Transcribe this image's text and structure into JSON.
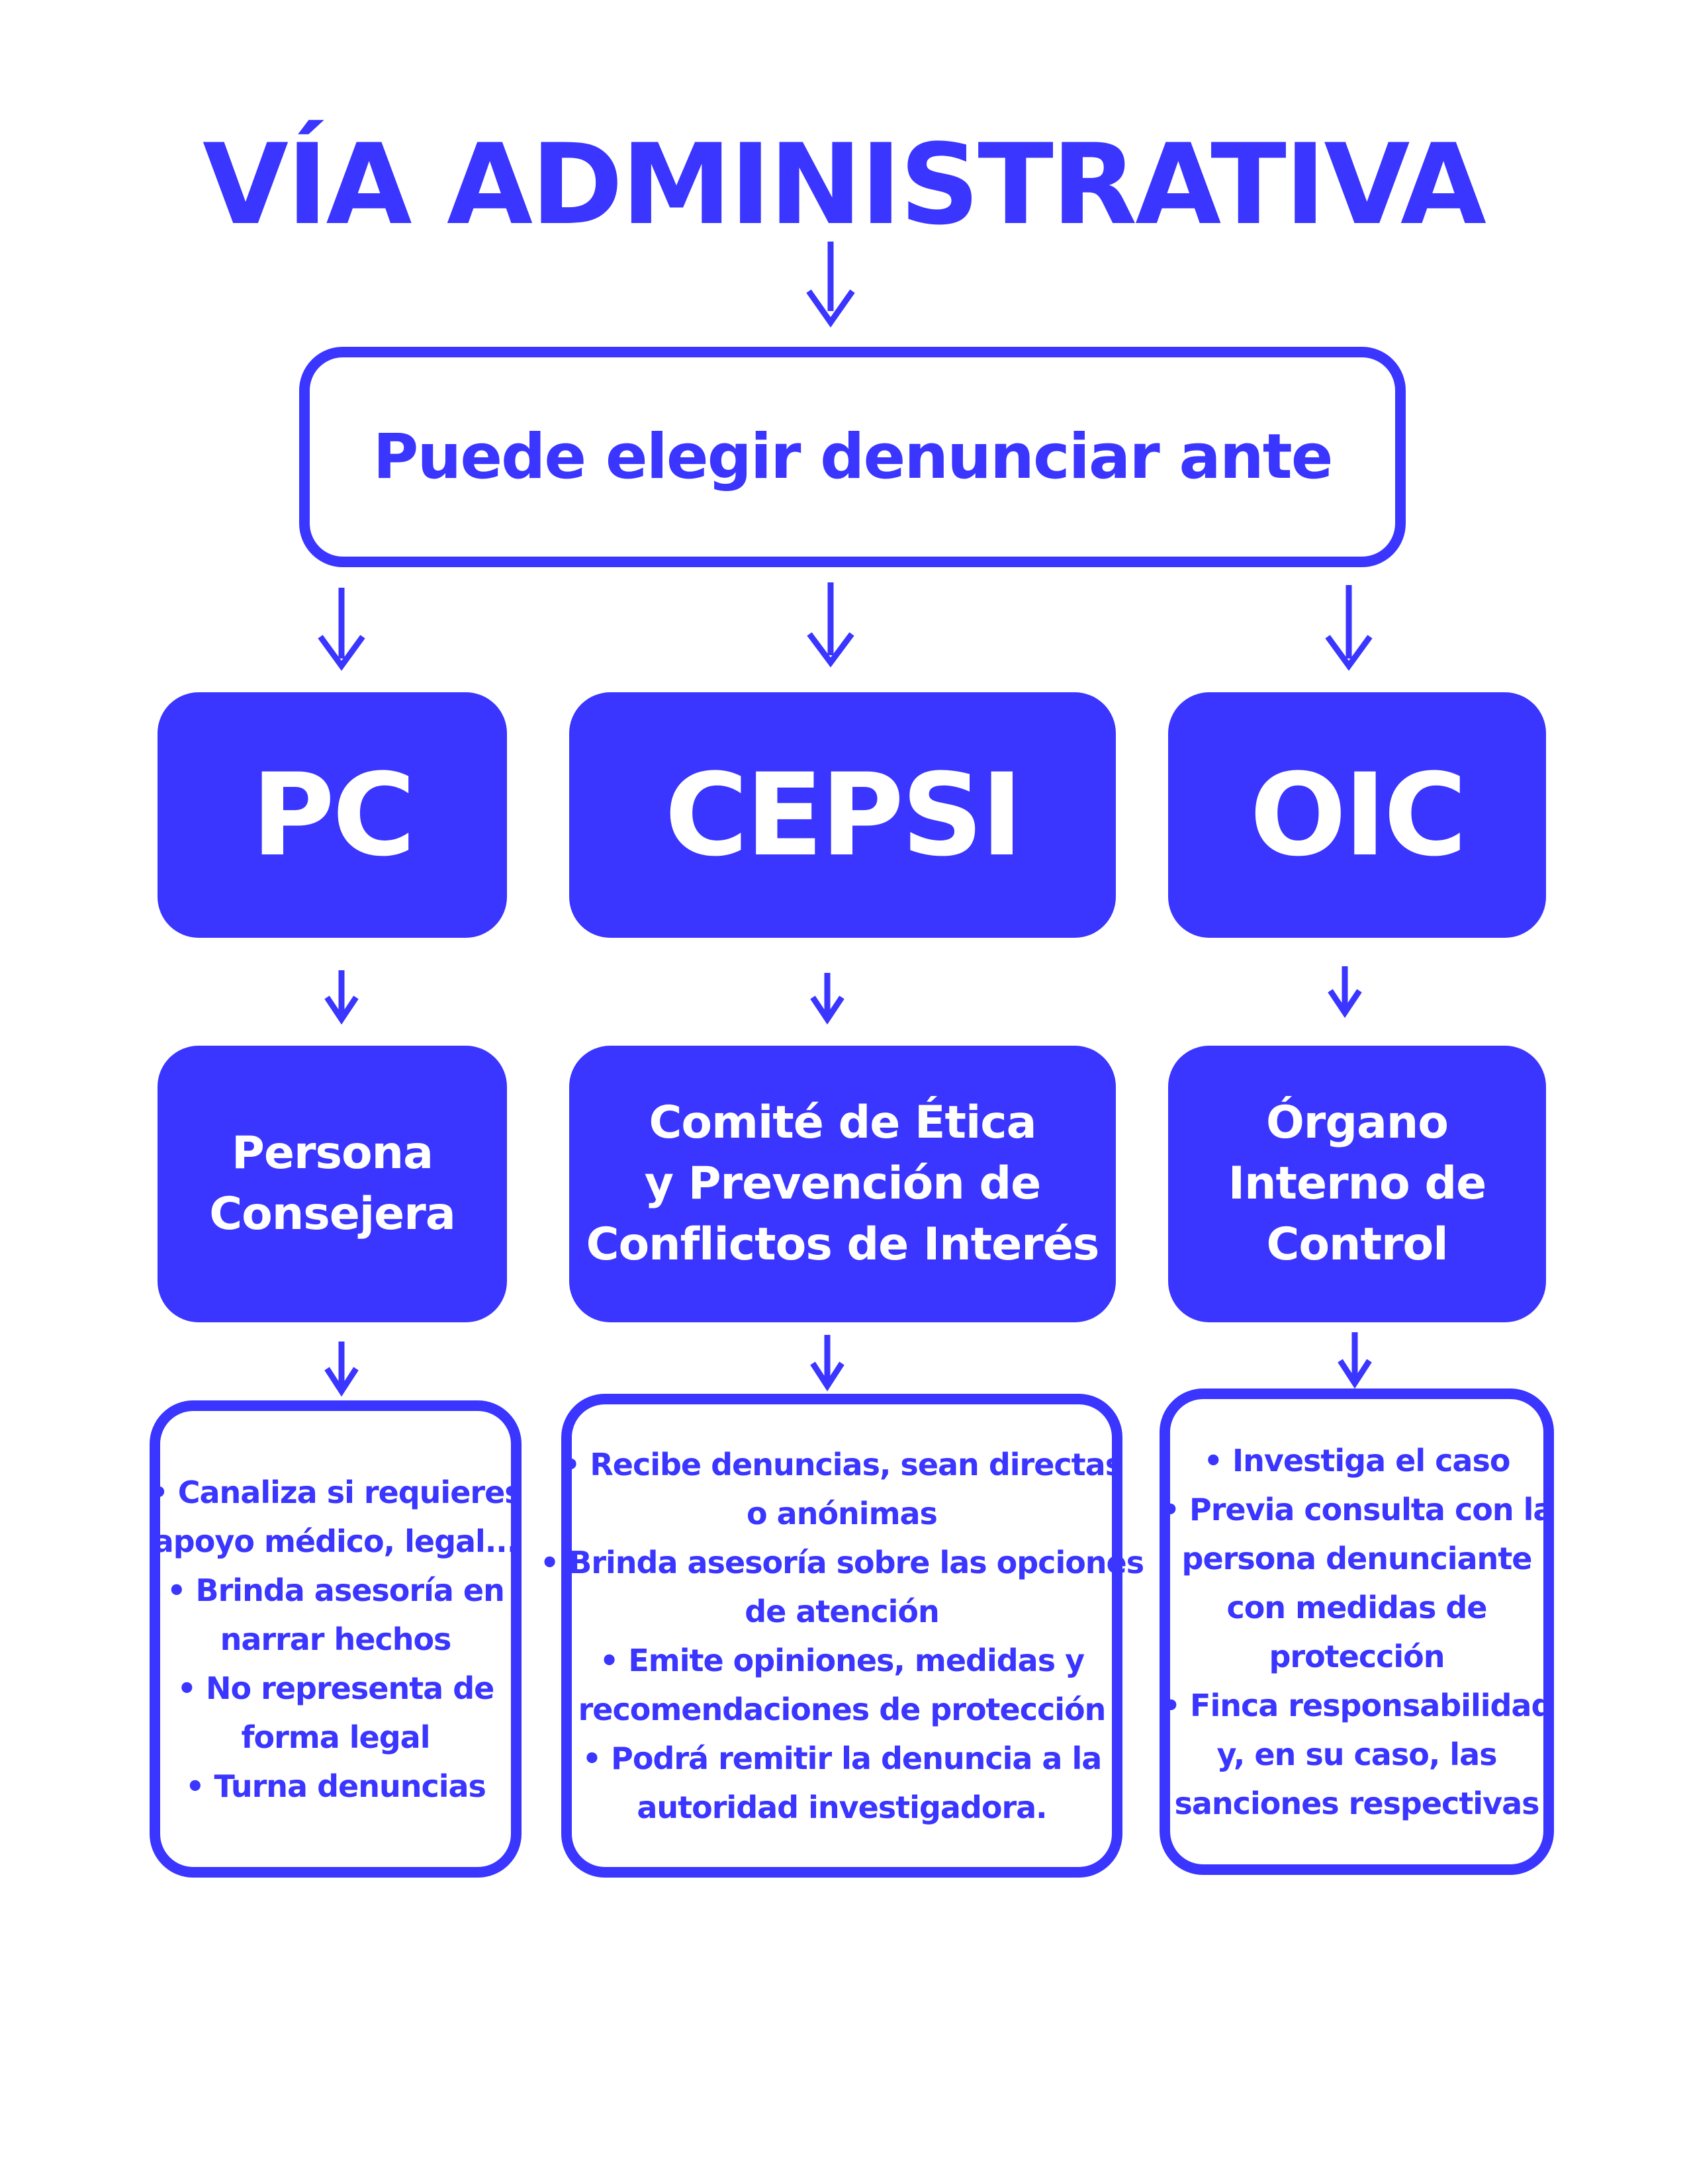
{
  "title": "VÍA ADMINISTRATIVA",
  "intro": "Puede elegir denunciar ante",
  "colors": {
    "accent": "#3a35ff",
    "background": "#ffffff"
  },
  "columns": [
    {
      "acronym": "PC",
      "full_name_lines": [
        "Persona",
        "Consejera"
      ],
      "detail_lines": [
        "• Canaliza si requieres",
        "apoyo médico, legal...",
        "• Brinda asesoría en",
        "narrar hechos",
        "• No representa de",
        "forma legal",
        "• Turna denuncias"
      ]
    },
    {
      "acronym": "CEPSI",
      "full_name_lines": [
        "Comité de Ética",
        "y Prevención de",
        "Conflictos de Interés"
      ],
      "detail_lines": [
        "• Recibe denuncias, sean directas",
        "o anónimas",
        "• Brinda asesoría sobre las opciones",
        "de atención",
        "•  Emite opiniones, medidas y",
        "recomendaciones de protección",
        "• Podrá remitir la denuncia a la",
        "autoridad investigadora."
      ]
    },
    {
      "acronym": "OIC",
      "full_name_lines": [
        "Órgano",
        "Interno de",
        "Control"
      ],
      "detail_lines": [
        "• Investiga el caso",
        "• Previa consulta con la",
        "persona denunciante",
        "con medidas de",
        "protección",
        "• Finca responsabilidad",
        "y, en su caso, las",
        "sanciones respectivas"
      ]
    }
  ]
}
